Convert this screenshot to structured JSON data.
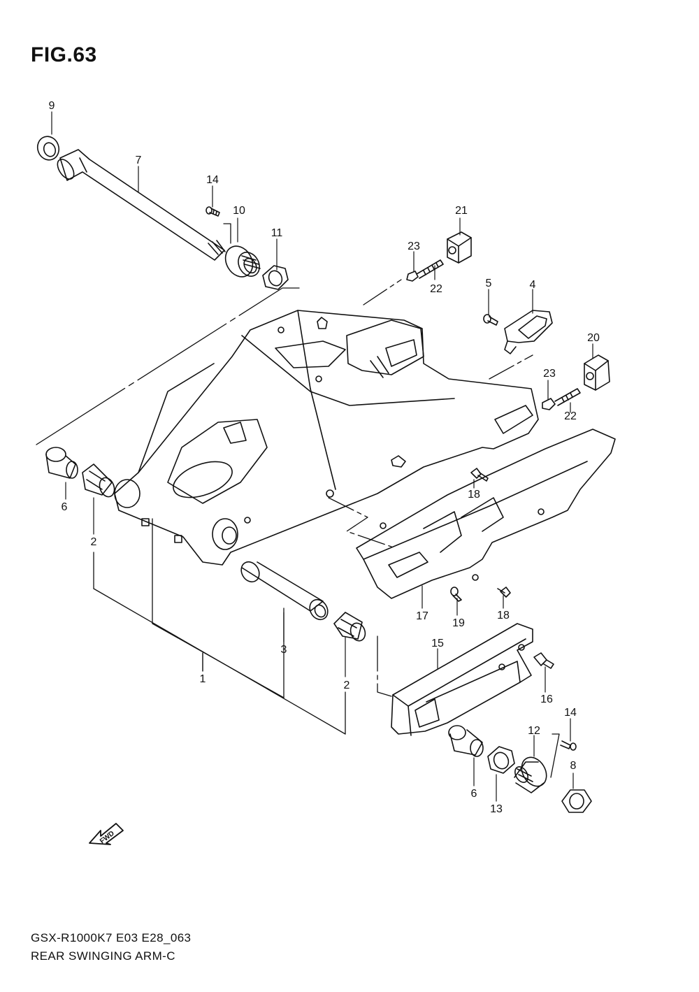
{
  "figure": {
    "title": "FIG.63"
  },
  "footer": {
    "model_code": "GSX-R1000K7 E03 E28_063",
    "assembly_name": "REAR SWINGING ARM-C"
  },
  "fwd_arrow": {
    "label": "FWD"
  },
  "part_labels": [
    "9",
    "7",
    "14",
    "10",
    "11",
    "21",
    "23",
    "22",
    "5",
    "4",
    "20",
    "23",
    "22",
    "6",
    "2",
    "18",
    "17",
    "19",
    "18",
    "3",
    "15",
    "16",
    "1",
    "2",
    "14",
    "12",
    "8",
    "6",
    "13"
  ]
}
